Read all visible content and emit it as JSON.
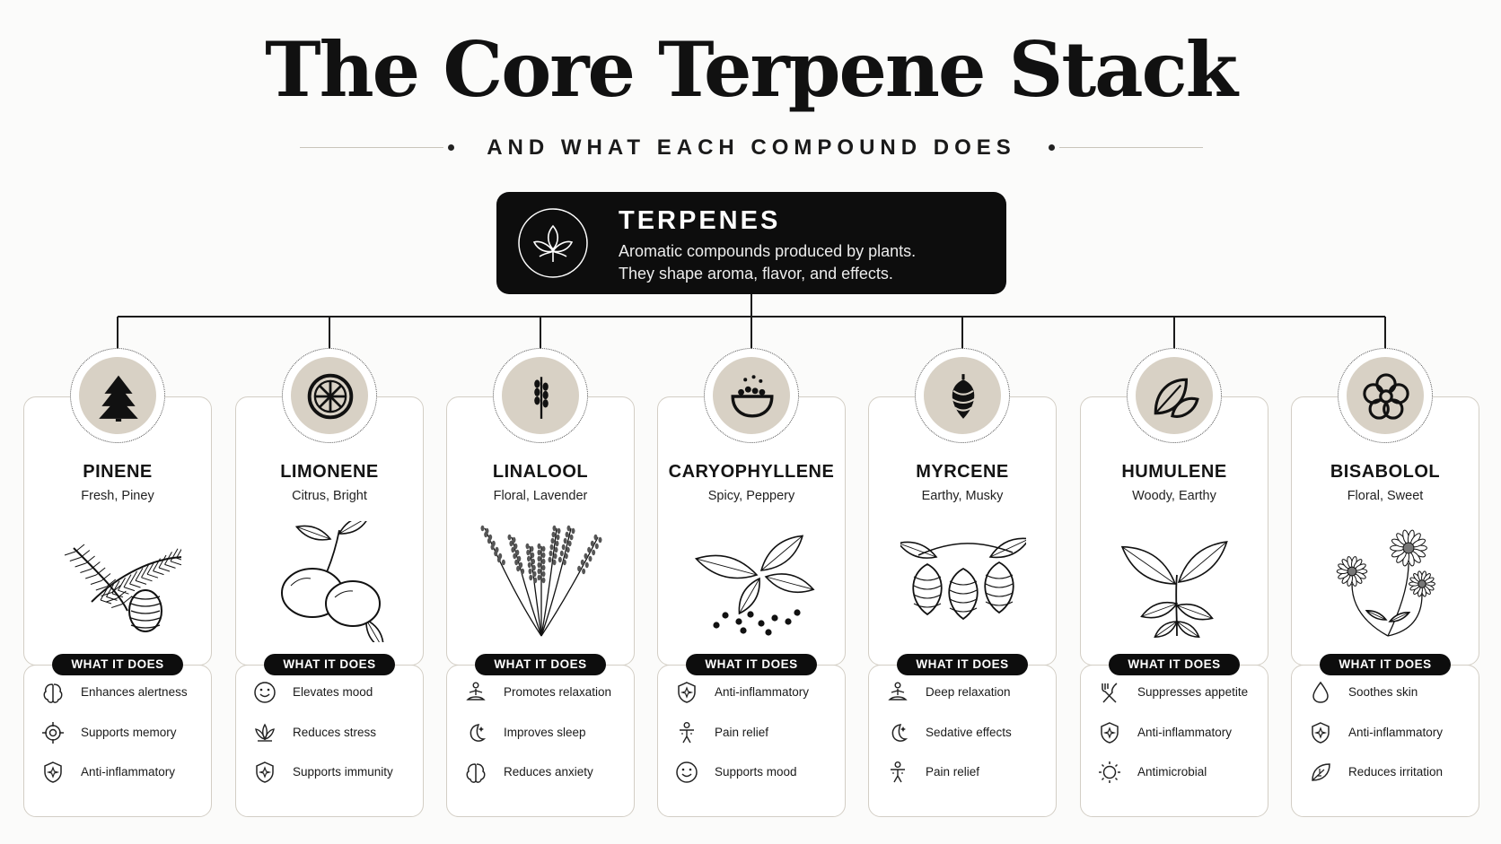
{
  "header": {
    "title": "The Core Terpene Stack",
    "subtitle": "AND WHAT EACH COMPOUND DOES"
  },
  "root": {
    "title": "TERPENES",
    "desc_line1": "Aromatic compounds produced by plants.",
    "desc_line2": "They shape aroma, flavor, and effects.",
    "icon": "leaf-icon"
  },
  "badge_label": "WHAT IT DOES",
  "colors": {
    "dark": "#0d0d0d",
    "beige": "#d8d1c5",
    "border": "#d3cec5",
    "background": "#fbfbfa"
  },
  "terpenes": [
    {
      "name": "PINENE",
      "aroma": "Fresh, Piney",
      "icon": "pine-tree-icon",
      "illustration": "pine-branch-illustration",
      "effects": [
        {
          "label": "Enhances alertness",
          "icon": "brain-icon"
        },
        {
          "label": "Supports memory",
          "icon": "target-icon"
        },
        {
          "label": "Anti-inflammatory",
          "icon": "shield-icon"
        }
      ]
    },
    {
      "name": "LIMONENE",
      "aroma": "Citrus, Bright",
      "icon": "citrus-slice-icon",
      "illustration": "lemon-illustration",
      "effects": [
        {
          "label": "Elevates mood",
          "icon": "smile-icon"
        },
        {
          "label": "Reduces stress",
          "icon": "lotus-icon"
        },
        {
          "label": "Supports immunity",
          "icon": "shield-icon"
        }
      ]
    },
    {
      "name": "LINALOOL",
      "aroma": "Floral, Lavender",
      "icon": "lavender-icon",
      "illustration": "lavender-illustration",
      "effects": [
        {
          "label": "Promotes relaxation",
          "icon": "meditation-icon"
        },
        {
          "label": "Improves sleep",
          "icon": "moon-icon"
        },
        {
          "label": "Reduces anxiety",
          "icon": "brain-icon"
        }
      ]
    },
    {
      "name": "CARYOPHYLLENE",
      "aroma": "Spicy, Peppery",
      "icon": "pepper-bowl-icon",
      "illustration": "pepper-leaves-illustration",
      "effects": [
        {
          "label": "Anti-inflammatory",
          "icon": "shield-icon"
        },
        {
          "label": "Pain relief",
          "icon": "body-icon"
        },
        {
          "label": "Supports mood",
          "icon": "smile-icon"
        }
      ]
    },
    {
      "name": "MYRCENE",
      "aroma": "Earthy, Musky",
      "icon": "hop-icon",
      "illustration": "hops-illustration",
      "effects": [
        {
          "label": "Deep relaxation",
          "icon": "meditation-icon"
        },
        {
          "label": "Sedative effects",
          "icon": "moon-icon"
        },
        {
          "label": "Pain relief",
          "icon": "body-icon"
        }
      ]
    },
    {
      "name": "HUMULENE",
      "aroma": "Woody, Earthy",
      "icon": "leaves-icon",
      "illustration": "leaves-illustration",
      "effects": [
        {
          "label": "Suppresses appetite",
          "icon": "utensils-icon"
        },
        {
          "label": "Anti-inflammatory",
          "icon": "shield-icon"
        },
        {
          "label": "Antimicrobial",
          "icon": "sun-icon"
        }
      ]
    },
    {
      "name": "BISABOLOL",
      "aroma": "Floral, Sweet",
      "icon": "flower-icon",
      "illustration": "chamomile-illustration",
      "effects": [
        {
          "label": "Soothes skin",
          "icon": "drop-icon"
        },
        {
          "label": "Anti-inflammatory",
          "icon": "shield-icon"
        },
        {
          "label": "Reduces irritation",
          "icon": "leaf-icon"
        }
      ]
    }
  ]
}
